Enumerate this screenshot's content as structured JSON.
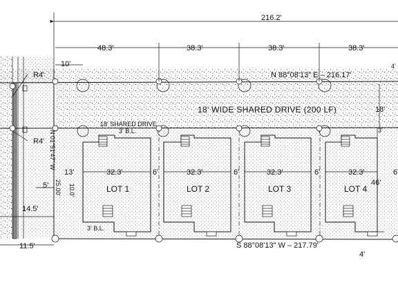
{
  "dimensions": {
    "overall": "216.2'",
    "lot_widths": [
      "48.3'",
      "38.3'",
      "38.3'",
      "38.3'"
    ],
    "offset_left": "10'",
    "building_widths": [
      "32.3'",
      "32.3'",
      "32.3'",
      "32.3'"
    ],
    "side_gaps": [
      "13'",
      "6'",
      "6'",
      "6'",
      "6'"
    ],
    "drive_width": "18'",
    "bldg_setback": "3'",
    "bldg_depth": "46'",
    "front_setback": "4'",
    "top_right_partial": "4'",
    "left_14": "14.5'",
    "left_11": "11.5'",
    "left_5": "5'",
    "radius_top": "R4'",
    "radius_bottom": "R4'",
    "vertical_10": "10.0'",
    "vertical_25": "25.00'"
  },
  "labels": {
    "north_bearing": "N 88°08'13\" E – 216.17'",
    "south_bearing": "S 88°08'13\" W – 217.79'",
    "west_bearing": "N 01°51'47\" W",
    "drive_main": "18' WIDE SHARED DRIVE (200 LF)",
    "drive_small": "18' SHARED DRIVE",
    "bl_top": "3' B.L.",
    "bl_bottom": "3' B.L."
  },
  "lots": [
    "LOT 1",
    "LOT 2",
    "LOT 3",
    "LOT 4"
  ]
}
